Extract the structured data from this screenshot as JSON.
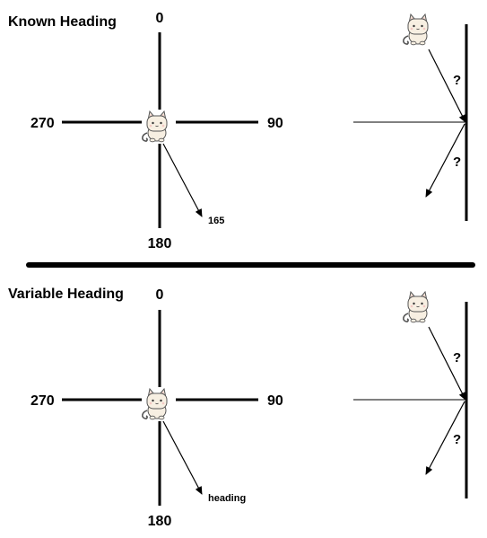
{
  "panels": [
    {
      "title": "Known Heading",
      "compass": {
        "north": "0",
        "east": "90",
        "south": "180",
        "west": "270"
      },
      "heading_label": "165",
      "unknown_marks": [
        "?",
        "?"
      ]
    },
    {
      "title": "Variable Heading",
      "compass": {
        "north": "0",
        "east": "90",
        "south": "180",
        "west": "270"
      },
      "heading_label": "heading",
      "unknown_marks": [
        "?",
        "?"
      ]
    }
  ],
  "icons": {
    "sprite": "cat-icon"
  }
}
